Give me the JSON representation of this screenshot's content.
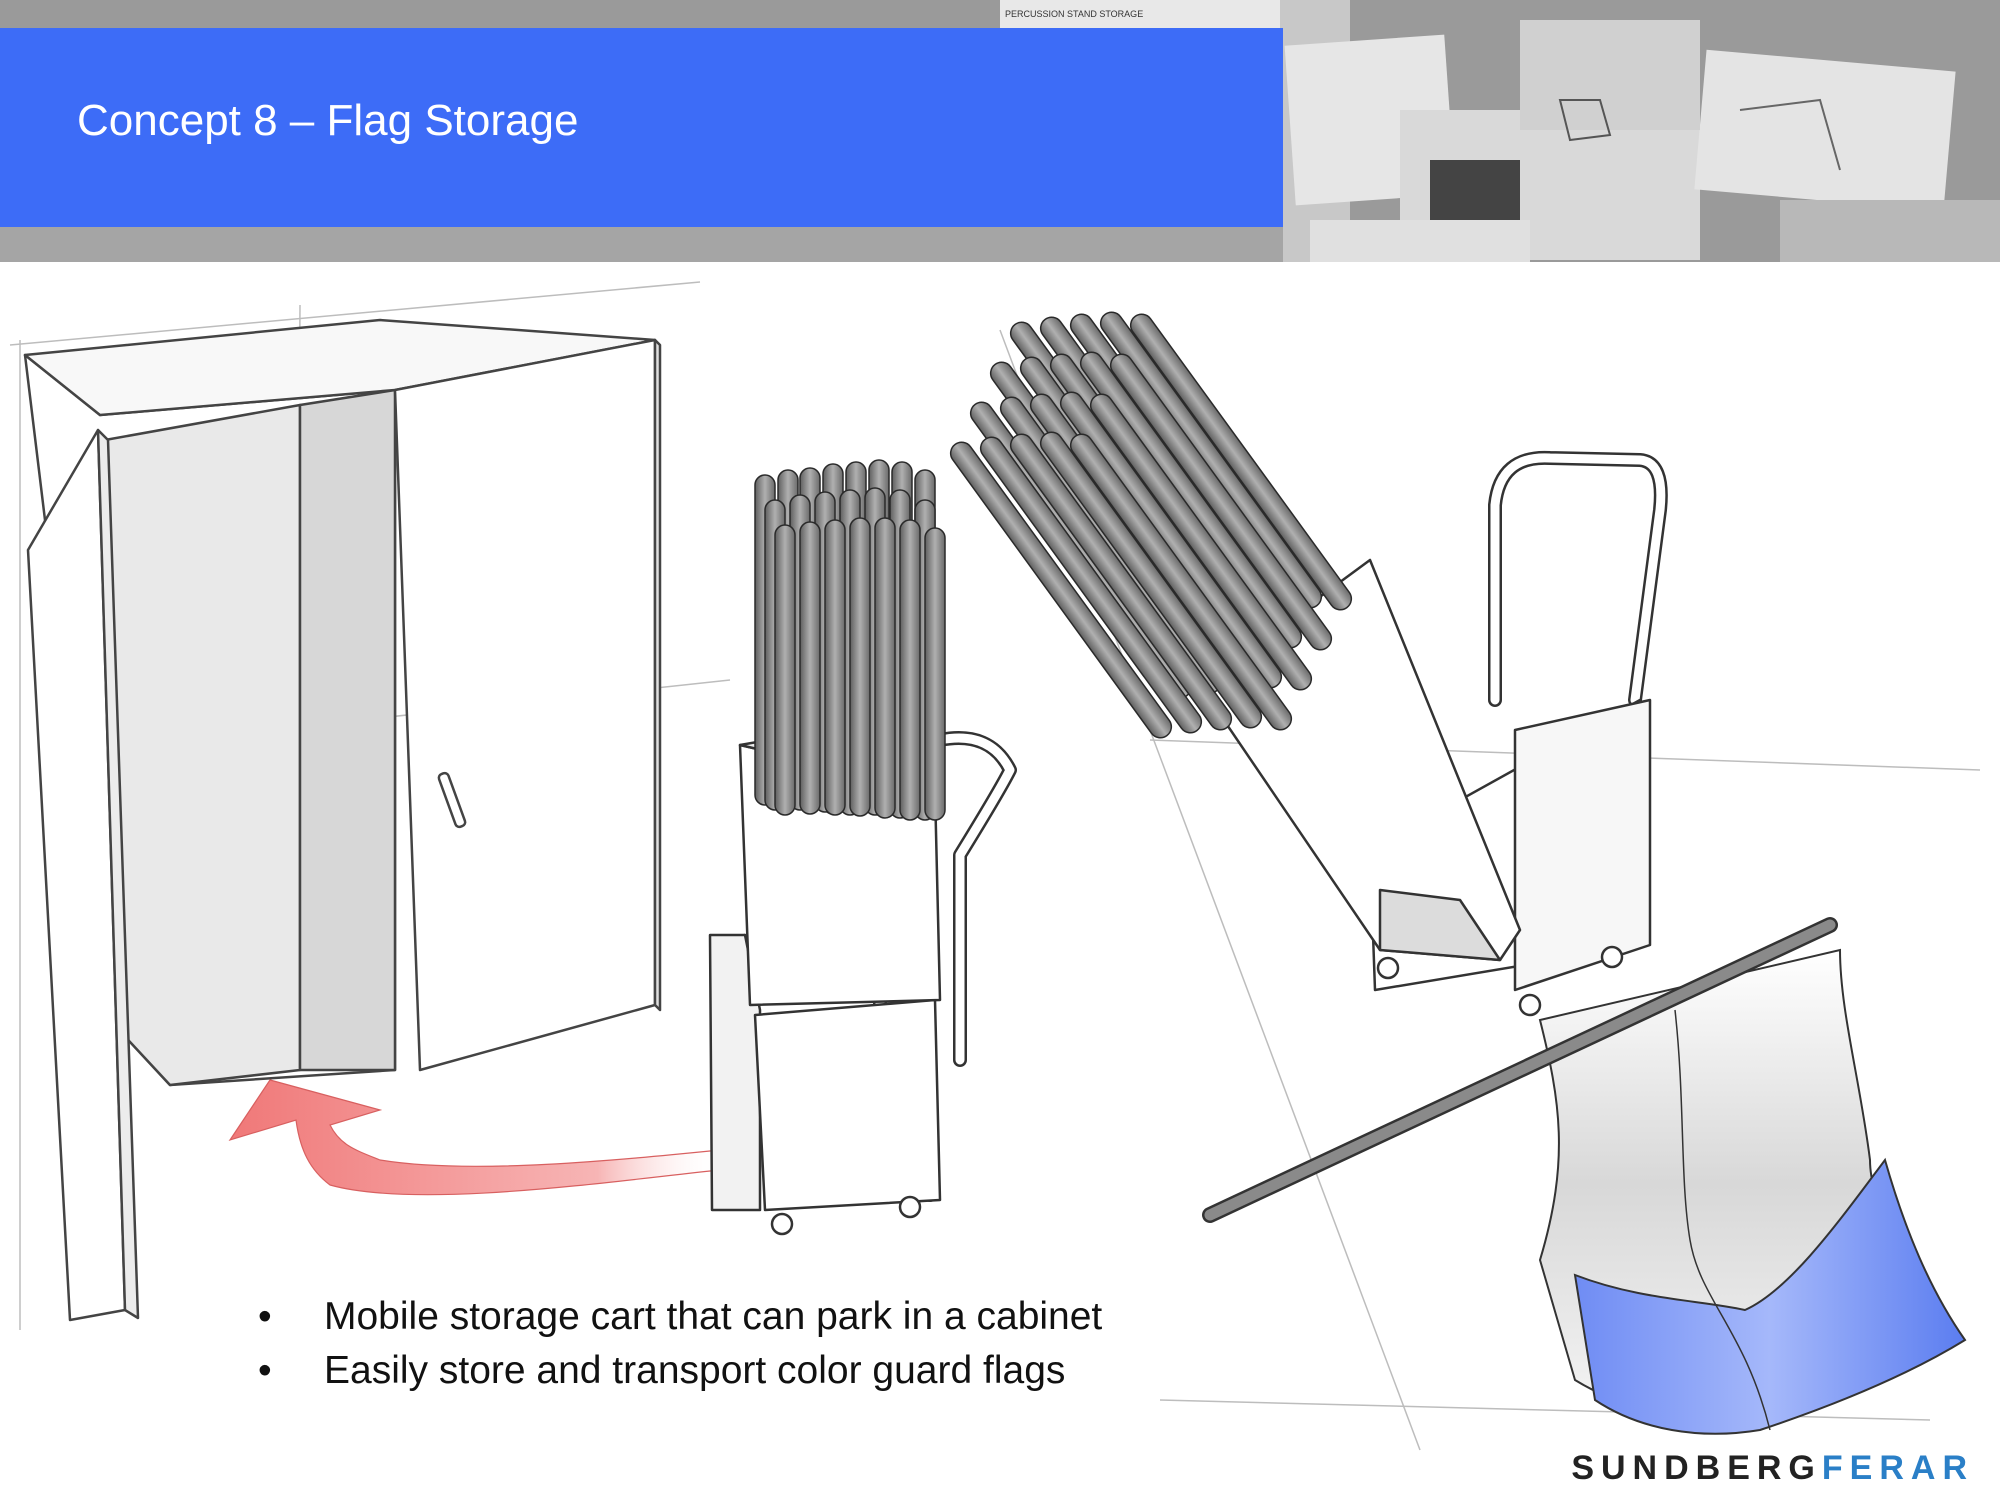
{
  "slide": {
    "title": "Concept 8 – Flag Storage",
    "bullets": [
      "Mobile storage cart that can park in a cabinet",
      "Easily store and transport color guard flags"
    ],
    "header_photo_text": "PERCUSSION STAND STORAGE",
    "logo": {
      "part1": "SUNDBERG",
      "part2": "FERAR"
    },
    "colors": {
      "title_bar": "#3d6cf7",
      "flag": "#5e7ef2",
      "arrow": "#f07878",
      "tube": "#8a8a8a"
    }
  }
}
